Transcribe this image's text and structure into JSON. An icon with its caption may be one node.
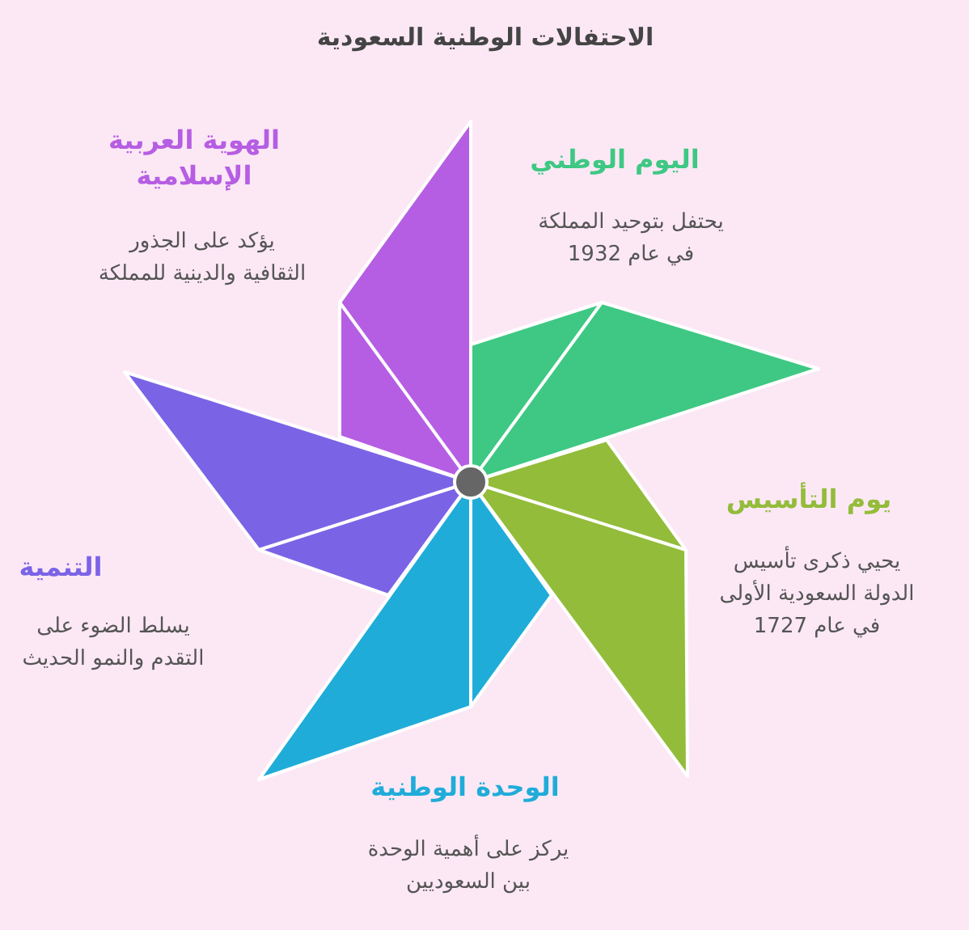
{
  "diagram": {
    "title": "الاحتفالات الوطنية السعودية",
    "labels": [
      "الهوية العربية الإسلامية",
      "يؤكد على الجذور الثقافية والدينية للمملكة",
      "اليوم الوطني",
      "يحتفل بتوحيد المملكة في عام 1932",
      "يوم التأسيس",
      "يحيي ذكرى تأسيس الدولة السعودية الأولى في عام 1727",
      "التنمية",
      "يسلط الضوء على التقدم والنمو الحديث",
      "الوحدة الوطنية",
      "يركز على أهمية الوحدة بين السعوديين"
    ]
  }
}
